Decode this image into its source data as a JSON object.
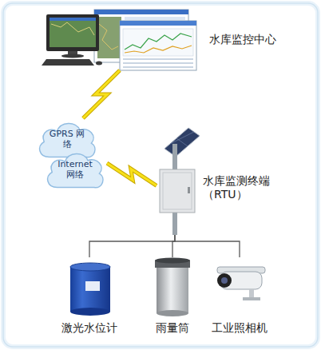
{
  "diagram": {
    "nodes": [
      {
        "text": [
          "水库监控中心"
        ]
      },
      {
        "text": [
          "GPRS 网络"
        ]
      },
      {
        "text": [
          "Internet 网络"
        ]
      },
      {
        "text": [
          "水库监测终端 （RTU）"
        ]
      },
      {
        "text": [
          "激光水位计"
        ]
      },
      {
        "text": [
          "雨量筒"
        ]
      },
      {
        "text": [
          "工业照相机"
        ]
      }
    ],
    "edges": [
      {
        "from": 0,
        "to": 1,
        "arrow": "none"
      },
      {
        "from": 2,
        "to": 3,
        "arrow": "none"
      },
      {
        "from": 3,
        "to": 4,
        "arrow": "none"
      },
      {
        "from": 3,
        "to": 5,
        "arrow": "none"
      },
      {
        "from": 3,
        "to": 6,
        "arrow": "none"
      }
    ]
  }
}
